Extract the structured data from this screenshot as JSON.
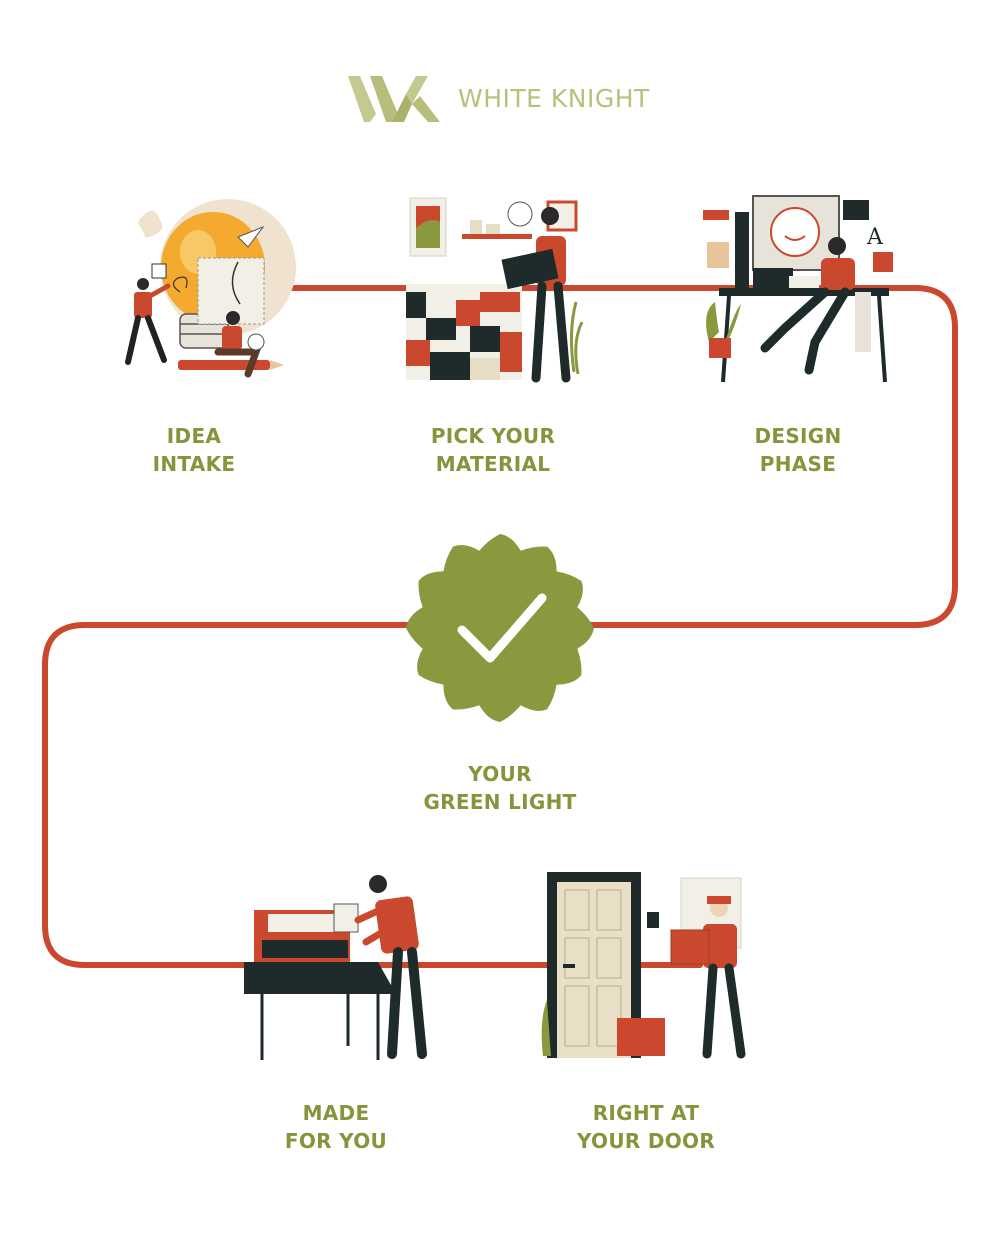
{
  "brand": {
    "name": "WHITE KNIGHT",
    "logo_icon": "wk-monogram-icon"
  },
  "steps": [
    {
      "line1": "IDEA",
      "line2": "INTAKE",
      "icon": "lightbulb-idea-illustration"
    },
    {
      "line1": "PICK YOUR",
      "line2": "MATERIAL",
      "icon": "material-blocks-illustration"
    },
    {
      "line1": "DESIGN",
      "line2": "PHASE",
      "icon": "designer-desk-illustration"
    },
    {
      "line1": "YOUR",
      "line2": "GREEN LIGHT",
      "icon": "checkmark-badge-icon"
    },
    {
      "line1": "MADE",
      "line2": "FOR YOU",
      "icon": "cutting-machine-illustration"
    },
    {
      "line1": "RIGHT AT",
      "line2": "YOUR DOOR",
      "icon": "door-delivery-illustration"
    }
  ],
  "colors": {
    "path": "#c9482e",
    "label": "#85953b",
    "badge": "#8a993e",
    "logo": "#b9c07c",
    "accent_orange": "#c9482e",
    "dark": "#1f2a2a"
  }
}
